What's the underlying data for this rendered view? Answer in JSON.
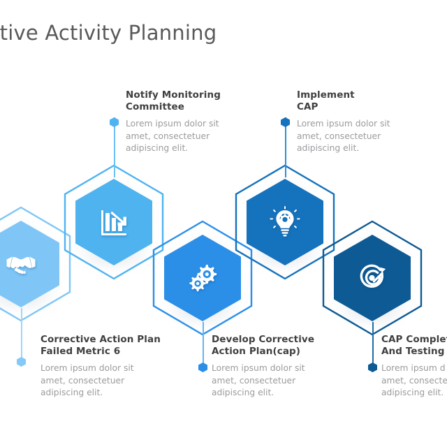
{
  "slide": {
    "title": "rective Activity Planning",
    "title_full": "Corrective Activity Planning",
    "background_color": "#ffffff",
    "title_color": "#58595b"
  },
  "palette": {
    "step1": "#7fc6f7",
    "step2": "#4fb3f0",
    "step3": "#2b8fe8",
    "step4": "#1572bc",
    "step5": "#0e5a94",
    "heading_color": "#3f3f42",
    "body_color": "#9a9b9e"
  },
  "steps": [
    {
      "index": 1,
      "icon": "handshake-icon",
      "color": "#7fc6f7",
      "label_position": "below",
      "clipped": "left",
      "heading": "Corrective Action Plan\nFailed Metric 6",
      "body": "Lorem ipsum dolor sit\namet, consectetuer\nadipiscing elit."
    },
    {
      "index": 2,
      "icon": "declining-bar-chart-icon",
      "color": "#4fb3f0",
      "label_position": "above",
      "clipped": "none",
      "heading": "Notify Monitoring\nCommittee",
      "body": "Lorem ipsum dolor sit\namet, consectetuer\nadipiscing elit."
    },
    {
      "index": 3,
      "icon": "gears-icon",
      "color": "#2b8fe8",
      "label_position": "below",
      "clipped": "none",
      "heading": "Develop Corrective\nAction Plan(cap)",
      "body": "Lorem ipsum dolor sit\namet, consectetuer\nadipiscing elit."
    },
    {
      "index": 4,
      "icon": "lightbulb-gear-icon",
      "color": "#1572bc",
      "label_position": "above",
      "clipped": "none",
      "heading": "Implement\nCAP",
      "body": "Lorem ipsum dolor sit\namet, consectetuer\nadipiscing elit."
    },
    {
      "index": 5,
      "icon": "target-arrow-icon",
      "color": "#0e5a94",
      "label_position": "below",
      "clipped": "right",
      "heading": "CAP Complet\nAnd Testing ",
      "body": "Lorem ipsum d\namet, consecte\nadipiscing elit."
    }
  ]
}
